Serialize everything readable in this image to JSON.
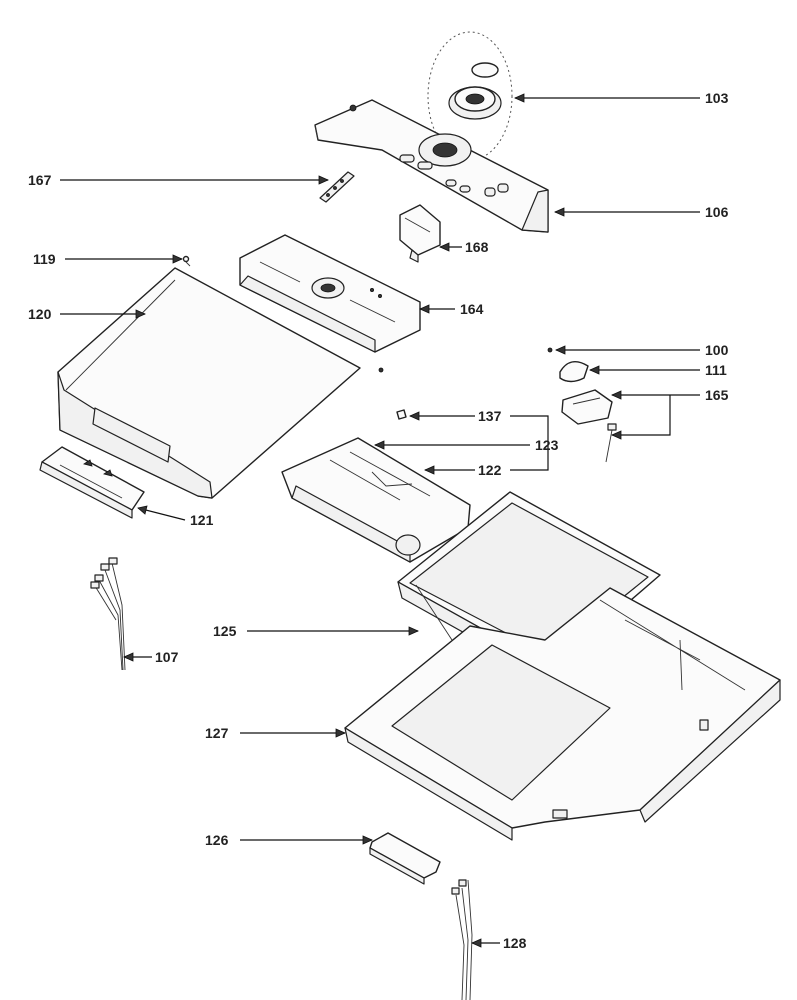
{
  "callouts": [
    {
      "id": "103",
      "label": "103"
    },
    {
      "id": "106",
      "label": "106"
    },
    {
      "id": "167",
      "label": "167"
    },
    {
      "id": "168",
      "label": "168"
    },
    {
      "id": "119",
      "label": "119"
    },
    {
      "id": "164",
      "label": "164"
    },
    {
      "id": "120",
      "label": "120"
    },
    {
      "id": "100",
      "label": "100"
    },
    {
      "id": "111",
      "label": "111"
    },
    {
      "id": "165",
      "label": "165"
    },
    {
      "id": "137",
      "label": "137"
    },
    {
      "id": "123",
      "label": "123"
    },
    {
      "id": "122",
      "label": "122"
    },
    {
      "id": "121",
      "label": "121"
    },
    {
      "id": "107",
      "label": "107"
    },
    {
      "id": "125",
      "label": "125"
    },
    {
      "id": "127",
      "label": "127"
    },
    {
      "id": "126",
      "label": "126"
    },
    {
      "id": "128",
      "label": "128"
    }
  ]
}
